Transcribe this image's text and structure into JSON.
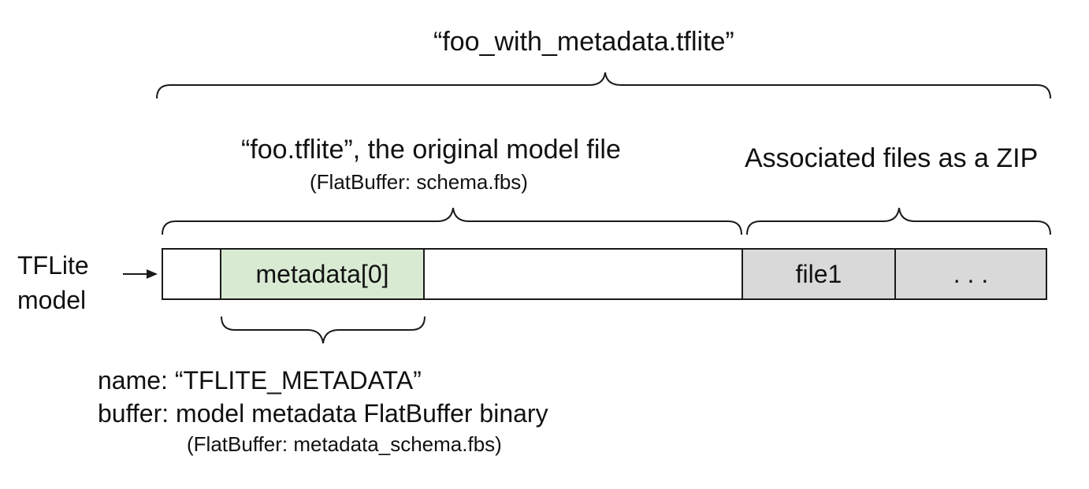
{
  "colors": {
    "metadata_fill": "#d9ead3",
    "zip_fill": "#d9d9d9",
    "stroke": "#1a1a1a",
    "plain_fill": "#ffffff"
  },
  "top_label": "“foo_with_metadata.tflite”",
  "original": {
    "title": "“foo.tflite”, the original model file",
    "subtitle": "(FlatBuffer: schema.fbs)"
  },
  "zip": {
    "title": "Associated files as a ZIP"
  },
  "model_label": {
    "line1": "TFLite",
    "line2": "model"
  },
  "cells": {
    "metadata": "metadata[0]",
    "file1": "file1",
    "more": ". . ."
  },
  "details": {
    "name_line": "name: “TFLITE_METADATA”",
    "buffer_line": "buffer: model metadata FlatBuffer binary",
    "schema_line": "(FlatBuffer: metadata_schema.fbs)"
  },
  "icons": {
    "arrow": "right-arrow-icon"
  }
}
